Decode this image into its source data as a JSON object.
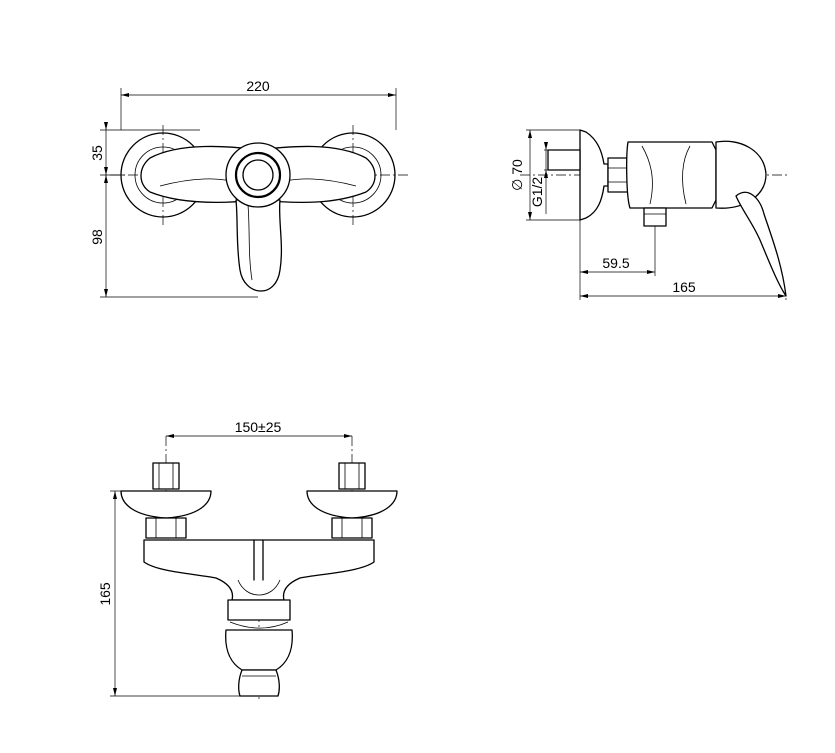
{
  "colors": {
    "line": "#000000",
    "background": "#ffffff"
  },
  "dimensions": {
    "top_view": {
      "width": "220",
      "upper_height": "35",
      "lower_height": "98"
    },
    "side_view": {
      "diameter": "70",
      "diameter_symbol": "∅",
      "thread": "G1/2",
      "inner_depth": "59.5",
      "total_depth": "165"
    },
    "front_view": {
      "spacing": "150±25",
      "height": "165"
    }
  }
}
